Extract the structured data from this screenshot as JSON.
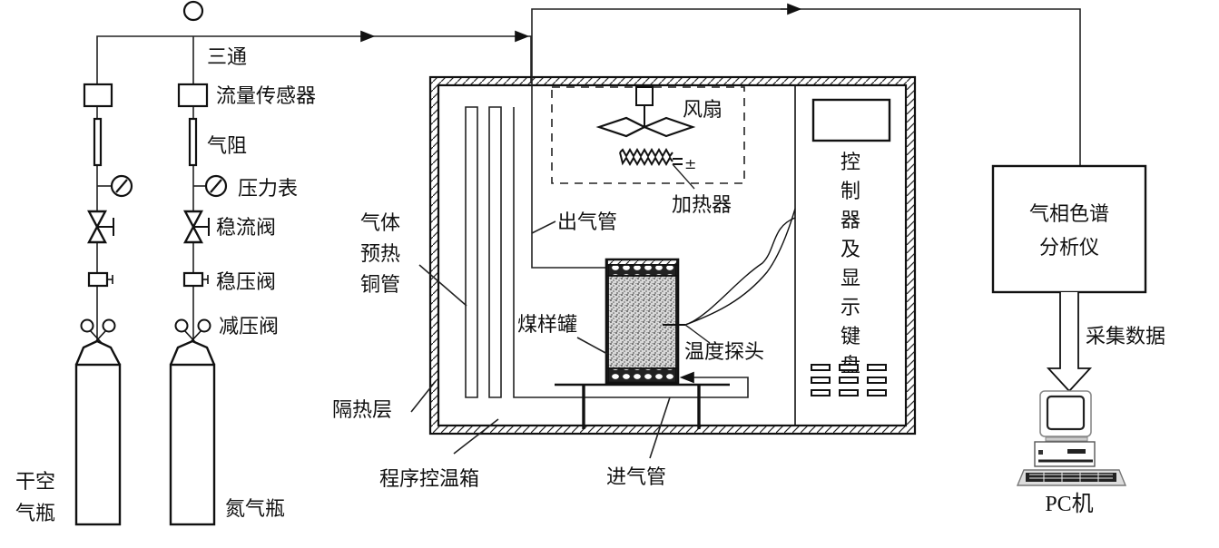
{
  "diagram": {
    "title": "",
    "colors": {
      "line": "#222222",
      "background": "#ffffff"
    },
    "gas_supply": {
      "tee_label": "三通",
      "flow_sensor_label": "流量传感器",
      "gas_resistor_label": "气阻",
      "pressure_gauge_label": "压力表",
      "flow_valve_label": "稳流阀",
      "pressure_valve_label": "稳压阀",
      "reducing_valve_label": "减压阀",
      "air_cylinder_label_line1": "干空",
      "air_cylinder_label_line2": "气瓶",
      "nitrogen_cylinder_label": "氮气瓶"
    },
    "oven": {
      "preheat_tube_line1": "气体",
      "preheat_tube_line2": "预热",
      "preheat_tube_line3": "铜管",
      "insulation_label": "隔热层",
      "oven_label": "程序控温箱",
      "outlet_pipe_label": "出气管",
      "fan_label": "风扇",
      "heater_label": "加热器",
      "heater_polarity": "±",
      "coal_tank_label": "煤样罐",
      "temp_probe_label": "温度探头",
      "inlet_pipe_label": "进气管",
      "controller_label": [
        "控",
        "制",
        "器",
        "及",
        "显",
        "示",
        "键",
        "盘"
      ]
    },
    "analysis": {
      "gc_label_line1": "气相色谱",
      "gc_label_line2": "分析仪",
      "data_label": "采集数据",
      "pc_label": "PC机"
    }
  }
}
